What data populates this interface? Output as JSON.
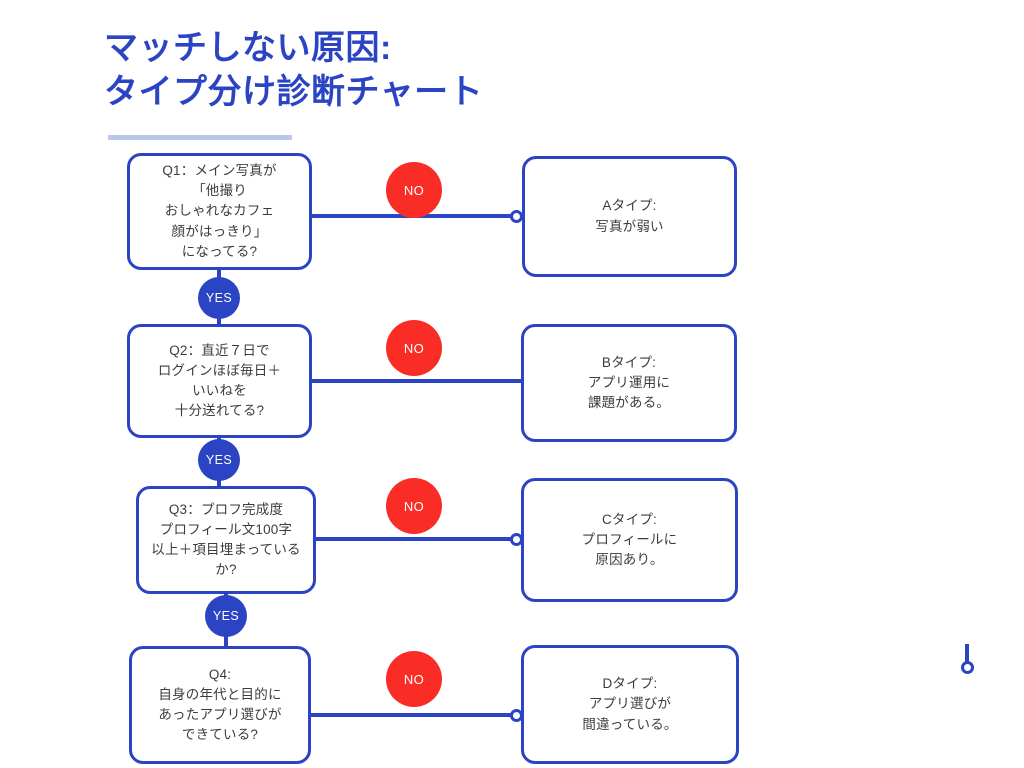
{
  "title": {
    "text": "マッチしない原因:\nタイプ分け診断チャート",
    "color": "#2b44c4"
  },
  "colors": {
    "brand_blue": "#2b44c4",
    "no_red": "#fa2d26",
    "rule_gray_blue": "#b9c6e8",
    "text_gray": "#3c3c3c",
    "background": "#ffffff"
  },
  "chart_data": {
    "type": "flowchart",
    "title": "マッチしない原因: タイプ分け診断チャート",
    "orientation": "vertical-decision-chain",
    "nodes": [
      {
        "id": "Q1",
        "kind": "question",
        "text": "Q1：メイン写真が\n「他撮り\nおしゃれなカフェ\n顔がはっきり」\nになってる?"
      },
      {
        "id": "A",
        "kind": "result",
        "text": "Aタイプ:\n写真が弱い"
      },
      {
        "id": "Q2",
        "kind": "question",
        "text": "Q2：直近７日で\nログインほぼ毎日＋\nいいねを\n十分送れてる?"
      },
      {
        "id": "B",
        "kind": "result",
        "text": "Bタイプ:\nアプリ運用に\n課題がある。"
      },
      {
        "id": "Q3",
        "kind": "question",
        "text": "Q3：プロフ完成度\nプロフィール文100字\n以上＋項目埋まっている\nか?"
      },
      {
        "id": "C",
        "kind": "result",
        "text": "Cタイプ:\nプロフィールに\n原因あり。"
      },
      {
        "id": "Q4",
        "kind": "question",
        "text": "Q4:\n自身の年代と目的に\nあったアプリ選びが\nできている?"
      },
      {
        "id": "D",
        "kind": "result",
        "text": "Dタイプ:\nアプリ選びが\n間違っている。"
      }
    ],
    "edges": [
      {
        "from": "Q1",
        "to": "A",
        "label": "NO",
        "direction": "right"
      },
      {
        "from": "Q1",
        "to": "Q2",
        "label": "YES",
        "direction": "down"
      },
      {
        "from": "Q2",
        "to": "B",
        "label": "NO",
        "direction": "right"
      },
      {
        "from": "Q2",
        "to": "Q3",
        "label": "YES",
        "direction": "down"
      },
      {
        "from": "Q3",
        "to": "C",
        "label": "NO",
        "direction": "right"
      },
      {
        "from": "Q3",
        "to": "Q4",
        "label": "YES",
        "direction": "down"
      },
      {
        "from": "Q4",
        "to": "D",
        "label": "NO",
        "direction": "right"
      }
    ],
    "labels": {
      "yes": "YES",
      "no": "NO"
    }
  },
  "nodes": {
    "q1": "Q1：メイン写真が\n「他撮り\nおしゃれなカフェ\n顔がはっきり」\nになってる?",
    "a": "Aタイプ:\n写真が弱い",
    "q2": "Q2：直近７日で\nログインほぼ毎日＋\nいいねを\n十分送れてる?",
    "b": "Bタイプ:\nアプリ運用に\n課題がある。",
    "q3": "Q3：プロフ完成度\nプロフィール文100字\n以上＋項目埋まっている\nか?",
    "c": "Cタイプ:\nプロフィールに\n原因あり。",
    "q4": "Q4:\n自身の年代と目的に\nあったアプリ選びが\nできている?",
    "d": "Dタイプ:\nアプリ選びが\n間違っている。"
  },
  "badges": {
    "no1": "NO",
    "no2": "NO",
    "no3": "NO",
    "no4": "NO",
    "yes1": "YES",
    "yes2": "YES",
    "yes3": "YES"
  }
}
